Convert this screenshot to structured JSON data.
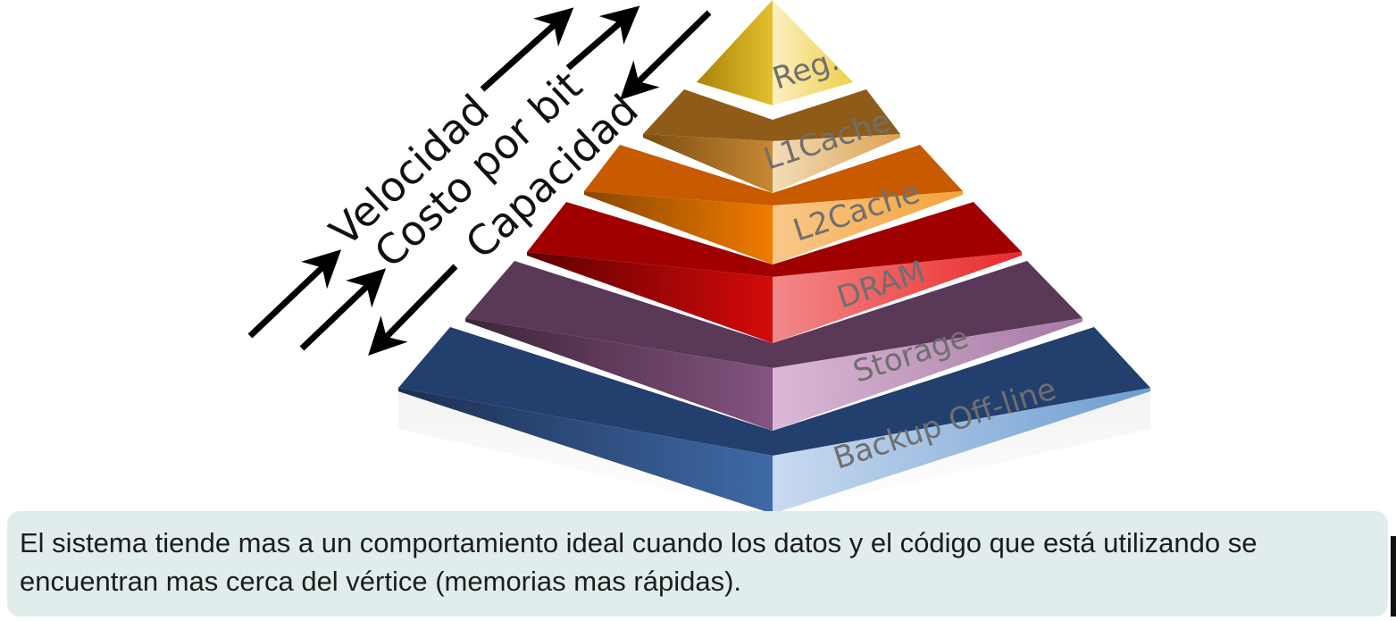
{
  "diagram": {
    "levels": [
      {
        "label": "Reg.",
        "color": "#f2d13f"
      },
      {
        "label": "L1Cache",
        "color": "#d79b45"
      },
      {
        "label": "L2Cache",
        "color": "#f0a53f"
      },
      {
        "label": "DRAM",
        "color": "#e8262b"
      },
      {
        "label": "Storage",
        "color": "#a87aa8"
      },
      {
        "label": "Backup Off-line",
        "color": "#6f9fd0"
      }
    ],
    "arrows": {
      "speed": "Velocidad",
      "cost": "Costo por bit",
      "capacity": "Capacidad"
    }
  },
  "note": {
    "text": "El sistema tiende mas a un comportamiento ideal cuando los datos y el código que está utilizando se encuentran mas cerca del vértice (memorias mas rápidas)."
  }
}
